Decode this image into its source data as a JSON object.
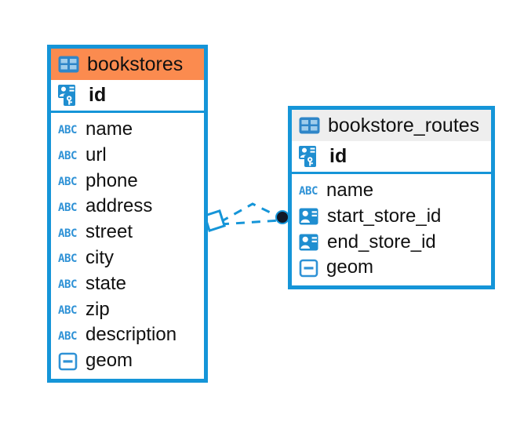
{
  "diagram": {
    "type": "entity-relationship-diagram",
    "background_color": "#ffffff",
    "accent_color": "#1595d8",
    "selected_header_color": "#fb8b4f",
    "unselected_header_color": "#eeeeee",
    "entities": [
      {
        "name": "bookstores",
        "selected": true,
        "table_icon": "table-icon",
        "primary_key": {
          "label": "id",
          "icon": "primary-key-icon"
        },
        "fields": [
          {
            "label": "name",
            "icon": "text-type-icon",
            "icon_label": "ABC"
          },
          {
            "label": "url",
            "icon": "text-type-icon",
            "icon_label": "ABC"
          },
          {
            "label": "phone",
            "icon": "text-type-icon",
            "icon_label": "ABC"
          },
          {
            "label": "address",
            "icon": "text-type-icon",
            "icon_label": "ABC"
          },
          {
            "label": "street",
            "icon": "text-type-icon",
            "icon_label": "ABC"
          },
          {
            "label": "city",
            "icon": "text-type-icon",
            "icon_label": "ABC"
          },
          {
            "label": "state",
            "icon": "text-type-icon",
            "icon_label": "ABC"
          },
          {
            "label": "zip",
            "icon": "text-type-icon",
            "icon_label": "ABC"
          },
          {
            "label": "description",
            "icon": "text-type-icon",
            "icon_label": "ABC"
          },
          {
            "label": "geom",
            "icon": "geometry-type-icon",
            "icon_label": ""
          }
        ]
      },
      {
        "name": "bookstore_routes",
        "selected": false,
        "table_icon": "table-icon",
        "primary_key": {
          "label": "id",
          "icon": "primary-key-icon"
        },
        "fields": [
          {
            "label": "name",
            "icon": "text-type-icon",
            "icon_label": "ABC"
          },
          {
            "label": "start_store_id",
            "icon": "foreign-key-icon",
            "icon_label": ""
          },
          {
            "label": "end_store_id",
            "icon": "foreign-key-icon",
            "icon_label": ""
          },
          {
            "label": "geom",
            "icon": "geometry-type-icon",
            "icon_label": ""
          }
        ]
      }
    ],
    "relationships": [
      {
        "from_entity": "bookstores",
        "to_entity": "bookstore_routes",
        "from_marker": "diamond-open-marker",
        "to_marker": "filled-circle-marker",
        "line_style": "dashed",
        "line_color": "#1595d8"
      },
      {
        "from_entity": "bookstores",
        "to_entity": "bookstore_routes",
        "from_marker": "diamond-open-marker",
        "to_marker": "filled-circle-marker",
        "line_style": "dashed",
        "line_color": "#1595d8"
      }
    ]
  }
}
